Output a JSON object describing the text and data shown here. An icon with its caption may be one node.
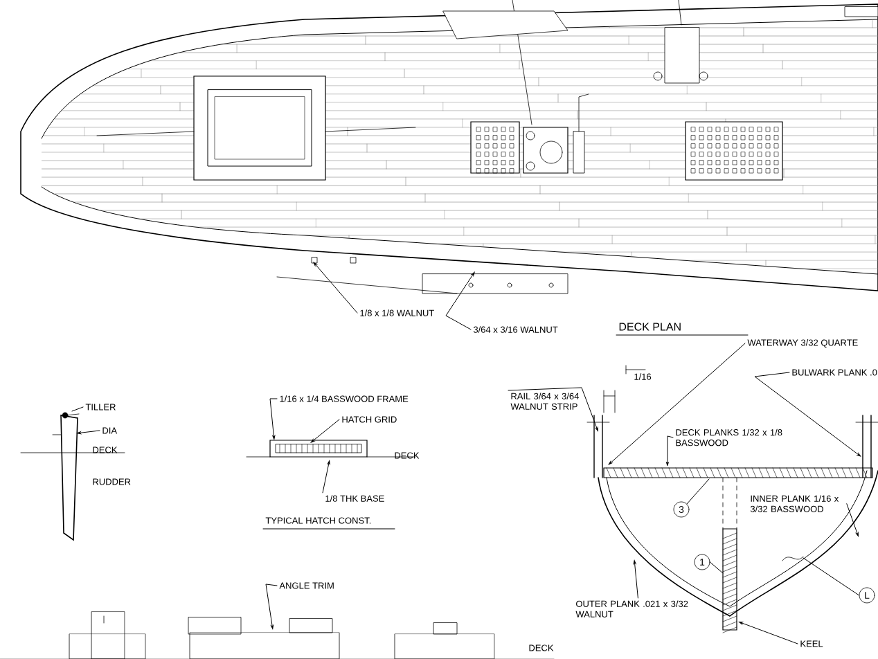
{
  "diagram": {
    "nodes": [
      {
        "text": [
          "1/8 x 1/8 WALNUT"
        ]
      },
      {
        "text": [
          "3/64 x 3/16 WALNUT"
        ]
      },
      {
        "text": [
          "WATERWAY 3/32 QUARTE"
        ]
      },
      {
        "text": [
          "BULWARK PLANK .0"
        ]
      },
      {
        "text": [
          "RAIL 3/64 x 3/64 WALNUT STRIP"
        ]
      },
      {
        "text": [
          "TILLER"
        ]
      },
      {
        "text": [
          "DIA"
        ]
      },
      {
        "text": [
          "1/16 x 1/4 BASSWOOD FRAME"
        ]
      },
      {
        "text": [
          "HATCH GRID"
        ]
      },
      {
        "text": [
          "1/8 THK BASE"
        ]
      },
      {
        "text": [
          "DECK PLANKS 1/32 x 1/8 BASSWOOD"
        ]
      },
      {
        "text": [
          "3"
        ]
      },
      {
        "text": [
          "INNER PLANK 1/16 x 3/32 BASSWOOD"
        ]
      },
      {
        "text": [
          "1"
        ]
      },
      {
        "text": [
          "L"
        ]
      },
      {
        "text": [
          "OUTER PLANK .021 x 3/32 WALNUT"
        ]
      },
      {
        "text": [
          "KEEL"
        ]
      },
      {
        "text": [
          "ANGLE TRIM"
        ]
      },
      {
        "text": [],
        "shape": "box"
      },
      {
        "text": [],
        "shape": "picture"
      }
    ],
    "edges": [
      {
        "from": 0,
        "to": null,
        "arrow": "to"
      },
      {
        "from": 1,
        "to": null,
        "arrow": "to"
      },
      {
        "from": 2,
        "to": null,
        "arrow": "to"
      },
      {
        "from": 3,
        "to": null,
        "arrow": "to"
      },
      {
        "from": 4,
        "to": null,
        "arrow": "to"
      },
      {
        "from": 5,
        "to": 19,
        "arrow": "none"
      },
      {
        "from": 6,
        "to": 19,
        "arrow": "to"
      },
      {
        "from": 7,
        "to": 18,
        "arrow": "to"
      },
      {
        "from": 8,
        "to": 18,
        "arrow": "to"
      },
      {
        "from": 9,
        "to": 18,
        "arrow": "to"
      },
      {
        "from": 10,
        "to": null,
        "arrow": "to"
      },
      {
        "from": 11,
        "to": null,
        "arrow": "none"
      },
      {
        "from": 12,
        "to": null,
        "arrow": "to"
      },
      {
        "from": 13,
        "to": null,
        "arrow": "none"
      },
      {
        "from": 14,
        "to": null,
        "arrow": "none"
      },
      {
        "from": 15,
        "to": null,
        "arrow": "to"
      },
      {
        "from": 16,
        "to": null,
        "arrow": "to"
      },
      {
        "from": 17,
        "to": null,
        "arrow": "to"
      }
    ],
    "labels": [
      "DECK PLAN",
      "1/16",
      "DECK",
      "RUDDER",
      "DECK",
      "TYPICAL HATCH CONST.",
      "DECK"
    ]
  }
}
